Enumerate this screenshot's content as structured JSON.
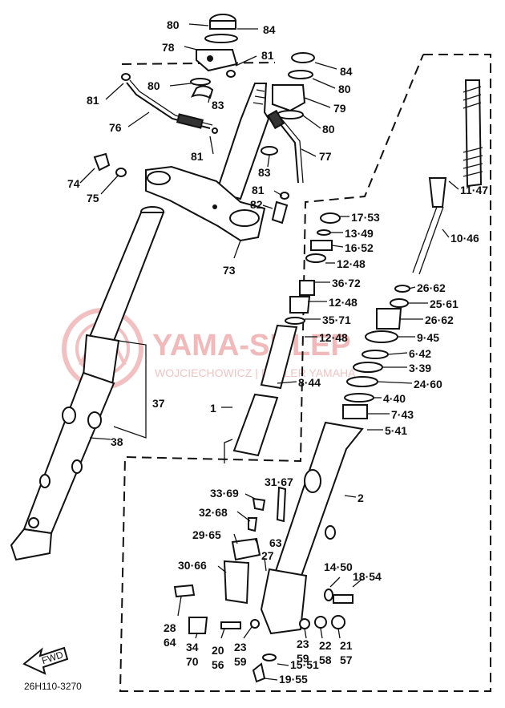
{
  "diagram": {
    "code": "26H110-3270",
    "fwd": "FWD",
    "watermark": {
      "main": "YAMA-SKLEP",
      "sub": "WOJCIECHOWICZ | DEALER YAMAHA"
    },
    "labels": {
      "l80a": "80",
      "l84a": "84",
      "l78": "78",
      "l81a": "81",
      "l84b": "84",
      "l81b": "81",
      "l80b": "80",
      "l80c": "80",
      "l83a": "83",
      "l79": "79",
      "l76": "76",
      "l80d": "80",
      "l81c": "81",
      "l77": "77",
      "l83b": "83",
      "l74": "74",
      "l75": "75",
      "l1147": "11·47",
      "l81d": "81",
      "l82": "82",
      "l1753": "17·53",
      "l1349": "13·49",
      "l1046": "10·46",
      "l1652": "16·52",
      "l73": "73",
      "l1248a": "12·48",
      "l3672": "36·72",
      "l2662a": "26·62",
      "l2561": "25·61",
      "l1248b": "12·48",
      "l2662b": "26·62",
      "l3571": "35·71",
      "l945": "9·45",
      "l1248c": "12·48",
      "l642": "6·42",
      "l339": "3·39",
      "l2460": "24·60",
      "l844": "8·44",
      "l37": "37",
      "l440": "4·40",
      "l1": "1",
      "l743": "7·43",
      "l541": "5·41",
      "l38": "38",
      "l3167": "31·67",
      "l2": "2",
      "l3369": "33·69",
      "l3268": "32·68",
      "l2965": "29·65",
      "l63": "63",
      "l27": "27",
      "l3066": "30·66",
      "l1450": "14·50",
      "l1854": "18·54",
      "l28": "28",
      "l64": "64",
      "l34": "34",
      "l70": "70",
      "l20": "20",
      "l56": "56",
      "l23a": "23",
      "l59a": "59",
      "l23b": "23",
      "l59b": "59",
      "l22": "22",
      "l58": "58",
      "l21": "21",
      "l57": "57",
      "l1551": "15·51",
      "l1955": "19·55"
    }
  }
}
